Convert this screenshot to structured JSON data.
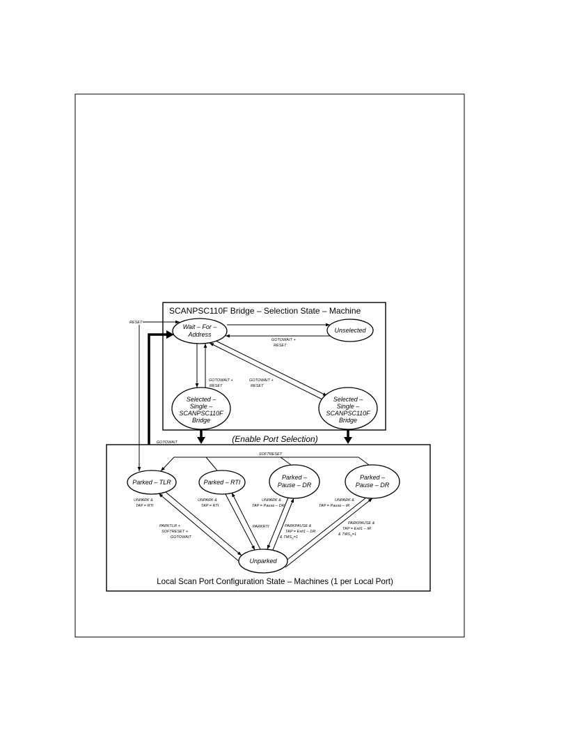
{
  "top_machine": {
    "title": "SCANPSC110F Bridge – Selection State – Machine",
    "states": {
      "wait_for_address": {
        "line1": "Wait – For –",
        "line2": "Address"
      },
      "unselected": {
        "line1": "Unselected"
      },
      "selected_left": {
        "line1": "Selected –",
        "line2": "Single –",
        "line3": "SCANPSC110F",
        "line4": "Bridge"
      },
      "selected_right": {
        "line1": "Selected –",
        "line2": "Single –",
        "line3": "SCANPSC110F",
        "line4": "Bridge"
      }
    },
    "transitions": {
      "reset": "RESET",
      "unselected_to_wait": {
        "line1": "GOTOWAIT +",
        "line2": "RESET"
      },
      "selected_left_to_wait": {
        "line1": "GOTOWAIT +",
        "line2": "RESET"
      },
      "selected_right_to_wait": {
        "line1": "GOTOWAIT +",
        "line2": "RESET"
      }
    }
  },
  "enable_port_selection": "(Enable Port Selection)",
  "gotowait": "GOTOWAIT",
  "bottom_machine": {
    "title": "Local Scan Port Configuration State – Machines (1 per Local Port)",
    "softreset": "SOFTRESET",
    "states": {
      "parked_tlr": {
        "line1": "Parked – TLR"
      },
      "parked_rti": {
        "line1": "Parked – RTI"
      },
      "parked_pause_dr": {
        "line1": "Parked –",
        "line2": "Pause – DR"
      },
      "parked_pause_ir": {
        "line1": "Parked –",
        "line2": "Pause – DR"
      },
      "unparked": {
        "line1": "Unparked"
      }
    },
    "transitions": {
      "unpark_tlr": {
        "line1": "UNPARK &",
        "line2": "TAP = RTI"
      },
      "unpark_rti": {
        "line1": "UNPARK &",
        "line2": "TAP = RTI"
      },
      "unpark_pause_dr": {
        "line1": "UNPARK &",
        "line2": "TAP = Pause – DR"
      },
      "unpark_pause_ir": {
        "line1": "UNPARK &",
        "line2": "TAP = Pause – IR"
      },
      "park_tlr": {
        "line1": "PARKTLR +",
        "line2": "SOFTRESET +",
        "line3": "GOTOWAIT"
      },
      "park_rti": {
        "line1": "PARKRTI"
      },
      "park_pause_dr": {
        "line1": "PARKPAUSE &",
        "line2": "TAP = Exit1 – DR",
        "line3_prefix": "& TMS",
        "line3_sub": "S",
        "line3_suffix": "=1"
      },
      "park_pause_ir": {
        "line1": "PARKPAUSE &",
        "line2": "TAP = Exit1 – IR",
        "line3_prefix": "& TMS",
        "line3_sub": "S",
        "line3_suffix": "=1"
      }
    }
  }
}
